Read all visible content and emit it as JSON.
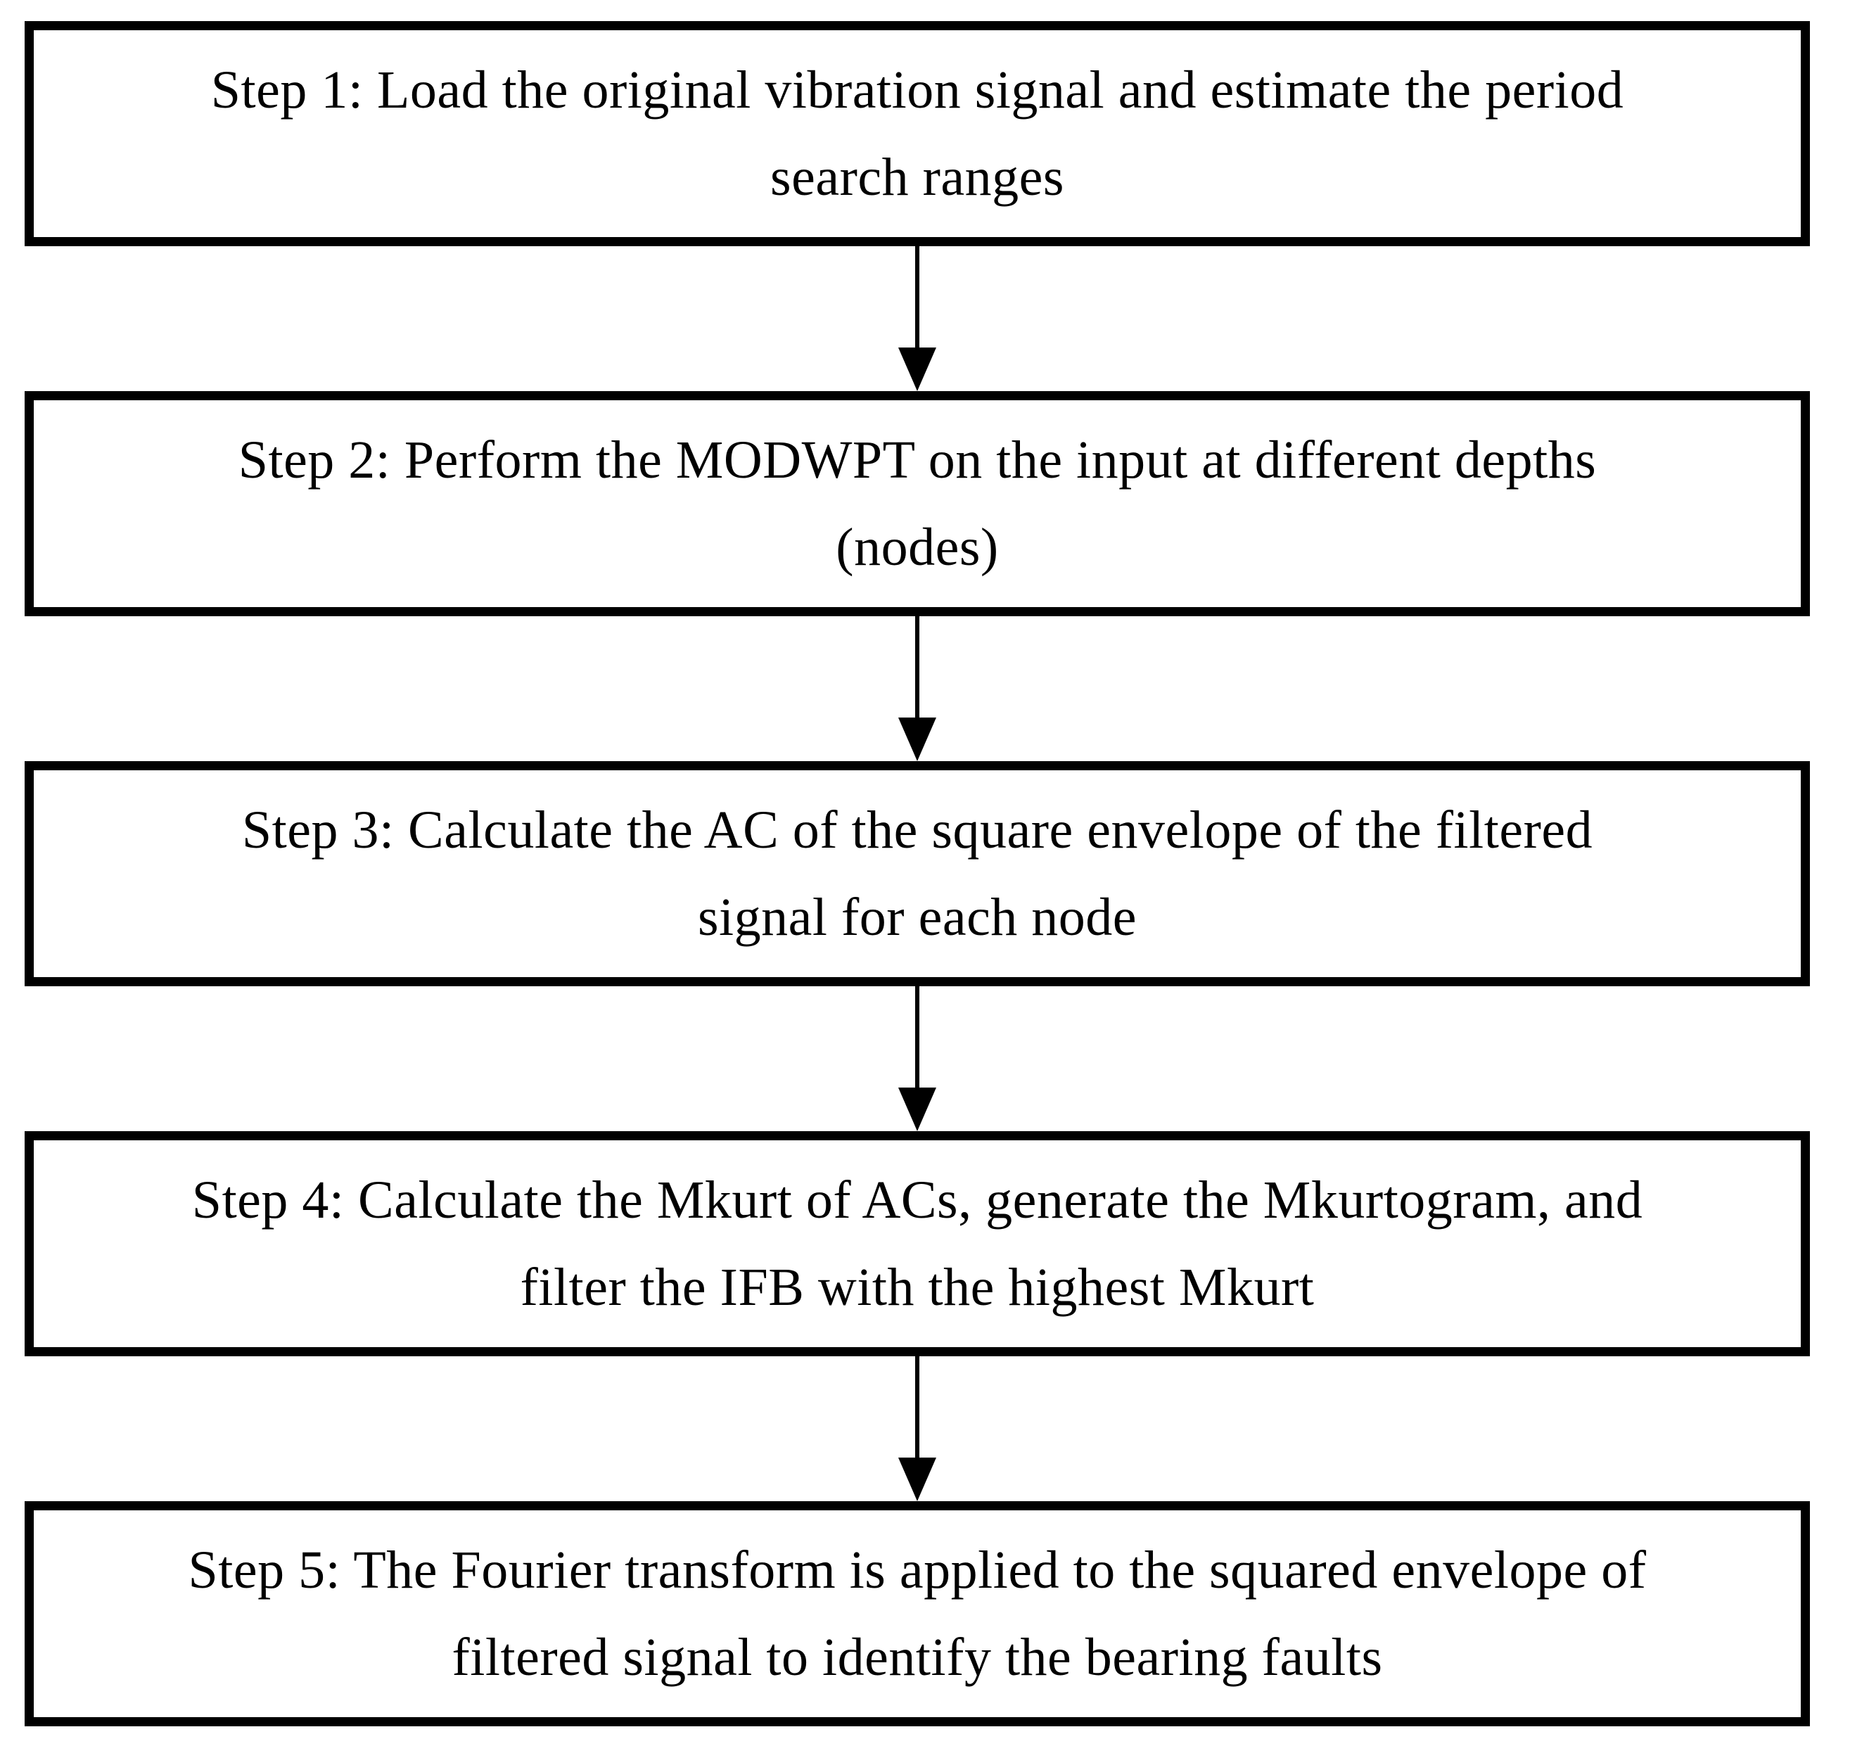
{
  "diagram": {
    "type": "flowchart",
    "direction": "top-down",
    "colors": {
      "border": "#000000",
      "text": "#000000",
      "background": "#ffffff"
    },
    "steps": [
      {
        "line1": "Step 1: Load the original vibration signal and estimate the period",
        "line2": "search ranges"
      },
      {
        "line1": "Step 2: Perform the MODWPT on the input at different depths",
        "line2": "(nodes)"
      },
      {
        "line1": "Step 3: Calculate the AC of the square envelope of the filtered",
        "line2": "signal for each node"
      },
      {
        "line1": "Step 4: Calculate the Mkurt of ACs, generate the Mkurtogram, and",
        "line2": "filter the IFB with the highest Mkurt"
      },
      {
        "line1": "Step 5: The Fourier transform is applied to the squared envelope of",
        "line2": "filtered signal to identify the bearing faults"
      }
    ]
  }
}
